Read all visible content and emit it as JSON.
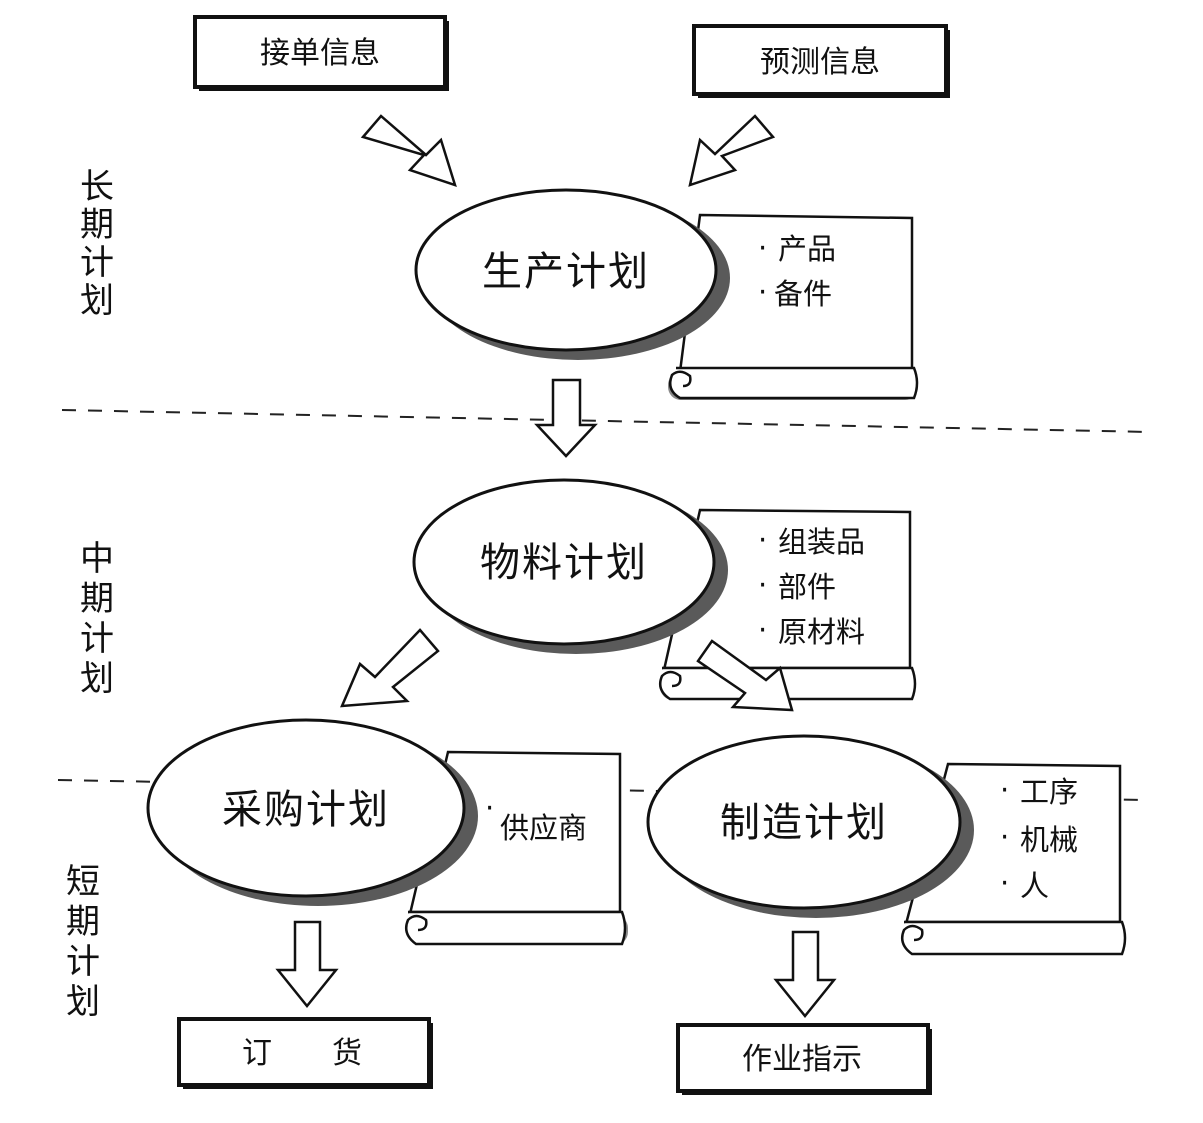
{
  "inputs": {
    "order_info": "接单信息",
    "forecast_info": "预测信息"
  },
  "periods": {
    "long_term": [
      "长",
      "期",
      "计",
      "划"
    ],
    "mid_term": [
      "中",
      "期",
      "计",
      "划"
    ],
    "short_term": [
      "短",
      "期",
      "计",
      "划"
    ]
  },
  "plans": {
    "production": {
      "title": "生产计划",
      "items": [
        "产品",
        "备件"
      ]
    },
    "material": {
      "title": "物料计划",
      "items": [
        "组装品",
        "部件",
        "原材料"
      ]
    },
    "purchase": {
      "title": "采购计划",
      "items": [
        "供应商"
      ]
    },
    "manufacturing": {
      "title": "制造计划",
      "items": [
        "工序",
        "机械",
        "人"
      ]
    }
  },
  "outputs": {
    "ordering": "订　　货",
    "work_instruction": "作业指示"
  }
}
